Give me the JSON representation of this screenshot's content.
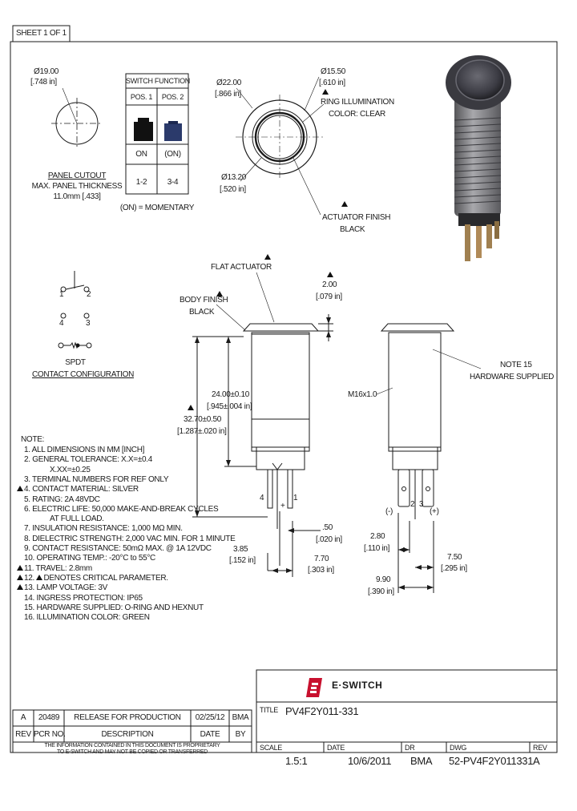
{
  "sheet": "SHEET 1 OF 1",
  "panel_cutout": {
    "dia_mm": "Ø19.00",
    "dia_in": "[.748 in]",
    "title": "PANEL CUTOUT",
    "thickness_label": "MAX. PANEL THICKNESS",
    "thickness_value": "11.0mm [.433]"
  },
  "switch_function": {
    "title": "SWITCH FUNCTION",
    "col1": "POS. 1",
    "col2": "POS. 2",
    "row_state": [
      "ON",
      "(ON)"
    ],
    "row_terminals": [
      "1-2",
      "3-4"
    ],
    "footnote": "(ON) = MOMENTARY"
  },
  "front_view": {
    "outer_dia_mm": "Ø22.00",
    "outer_dia_in": "[.866 in]",
    "ring_dia_mm": "Ø15.50",
    "ring_dia_in": "[.610 in]",
    "actuator_dia_mm": "Ø13.20",
    "actuator_dia_in": "[.520 in]",
    "ring_illumination": "RING ILLUMINATION",
    "ring_color": "COLOR: CLEAR",
    "actuator_finish": "ACTUATOR FINISH",
    "actuator_color": "BLACK"
  },
  "contact_config": {
    "t1": "1",
    "t2": "2",
    "t3": "3",
    "t4": "4",
    "type": "SPDT",
    "title": "CONTACT CONFIGURATION"
  },
  "side_view": {
    "flat_actuator": "FLAT ACTUATOR",
    "body_finish": "BODY FINISH",
    "body_color": "BLACK",
    "dim_200_mm": "2.00",
    "dim_200_in": "[.079 in]",
    "dim_2400_mm": "24.00±0.10",
    "dim_2400_in": "[.945±.004 in]",
    "dim_3270_mm": "32.70±0.50",
    "dim_3270_in": "[1.287±.020 in]",
    "dim_050_mm": ".50",
    "dim_050_in": "[.020 in]",
    "dim_385_mm": "3.85",
    "dim_385_in": "[.152 in]",
    "dim_770_mm": "7.70",
    "dim_770_in": "[.303 in]",
    "term_4": "4",
    "term_1": "1",
    "plus": "+"
  },
  "rear_view": {
    "note15": "NOTE 15",
    "hardware": "HARDWARE SUPPLIED",
    "thread": "M16x1.0",
    "minus": "(-)",
    "plus": "(+)",
    "t2": "2",
    "t3": "3",
    "dim_280_mm": "2.80",
    "dim_280_in": "[.110 in]",
    "dim_990_mm": "9.90",
    "dim_990_in": "[.390 in]",
    "dim_750_mm": "7.50",
    "dim_750_in": "[.295 in]"
  },
  "notes": {
    "title": "NOTE:",
    "items": [
      {
        "text": "1. ALL DIMENSIONS IN MM [INCH]",
        "critical": false
      },
      {
        "text": "2. GENERAL TOLERANCE: X.X=±0.4",
        "critical": false
      },
      {
        "text": "X.XX=±0.25",
        "critical": false,
        "indent": true
      },
      {
        "text": "3. TERMINAL NUMBERS FOR REF ONLY",
        "critical": false
      },
      {
        "text": "4. CONTACT MATERIAL: SILVER",
        "critical": true
      },
      {
        "text": "5. RATING: 2A 48VDC",
        "critical": false
      },
      {
        "text": "6. ELECTRIC LIFE: 50,000 MAKE-AND-BREAK CYCLES",
        "critical": false
      },
      {
        "text": "AT FULL LOAD.",
        "critical": false,
        "indent": true
      },
      {
        "text": "7. INSULATION RESISTANCE: 1,000 MΩ MIN.",
        "critical": false
      },
      {
        "text": "8. DIELECTRIC STRENGTH: 2,000 VAC MIN. FOR 1 MINUTE",
        "critical": false
      },
      {
        "text": "9. CONTACT RESISTANCE: 50mΩ MAX. @ 1A 12VDC",
        "critical": false
      },
      {
        "text": "10. OPERATING TEMP.: -20°C to 55°C",
        "critical": false
      },
      {
        "text": "11. TRAVEL: 2.8mm",
        "critical": true
      },
      {
        "text": "12. DENOTES CRITICAL PARAMETER.",
        "critical": true,
        "tri_inline": true
      },
      {
        "text": "13. LAMP VOLTAGE: 3V",
        "critical": true
      },
      {
        "text": "14. INGRESS PROTECTION: IP65",
        "critical": false
      },
      {
        "text": "15. HARDWARE SUPPLIED: O-RING AND HEXNUT",
        "critical": false
      },
      {
        "text": "16. ILLUMINATION COLOR: GREEN",
        "critical": false
      }
    ]
  },
  "title_block": {
    "logo_text": "E·SWITCH",
    "title_label": "TITLE",
    "title_value": "PV4F2Y011-331",
    "scale_label": "SCALE",
    "scale_value": "1.5:1",
    "date_label": "DATE",
    "date_value": "10/6/2011",
    "dr_label": "DR",
    "dr_value": "BMA",
    "dwg_label": "DWG",
    "dwg_value": "52-PV4F2Y011331",
    "rev_label": "REV",
    "rev_value": "A"
  },
  "revision_table": {
    "row": {
      "rev": "A",
      "pcr": "20489",
      "description": "RELEASE FOR PRODUCTION",
      "date": "02/25/12",
      "by": "BMA"
    },
    "headers": {
      "rev": "REV",
      "pcr": "PCR NO.",
      "description": "DESCRIPTION",
      "date": "DATE",
      "by": "BY"
    },
    "proprietary_line1": "THE INFORMATION CONTAINED IN THIS DOCUMENT IS PROPRIETARY",
    "proprietary_line2": "TO E-SWITCH AND MAY NOT BE COPIED OR TRANSFERRED"
  },
  "colors": {
    "line": "#1a1a1a",
    "logo_red": "#c8102e",
    "led_blue": "#2b3a6b",
    "photo_grey": "#8a8a8c"
  }
}
